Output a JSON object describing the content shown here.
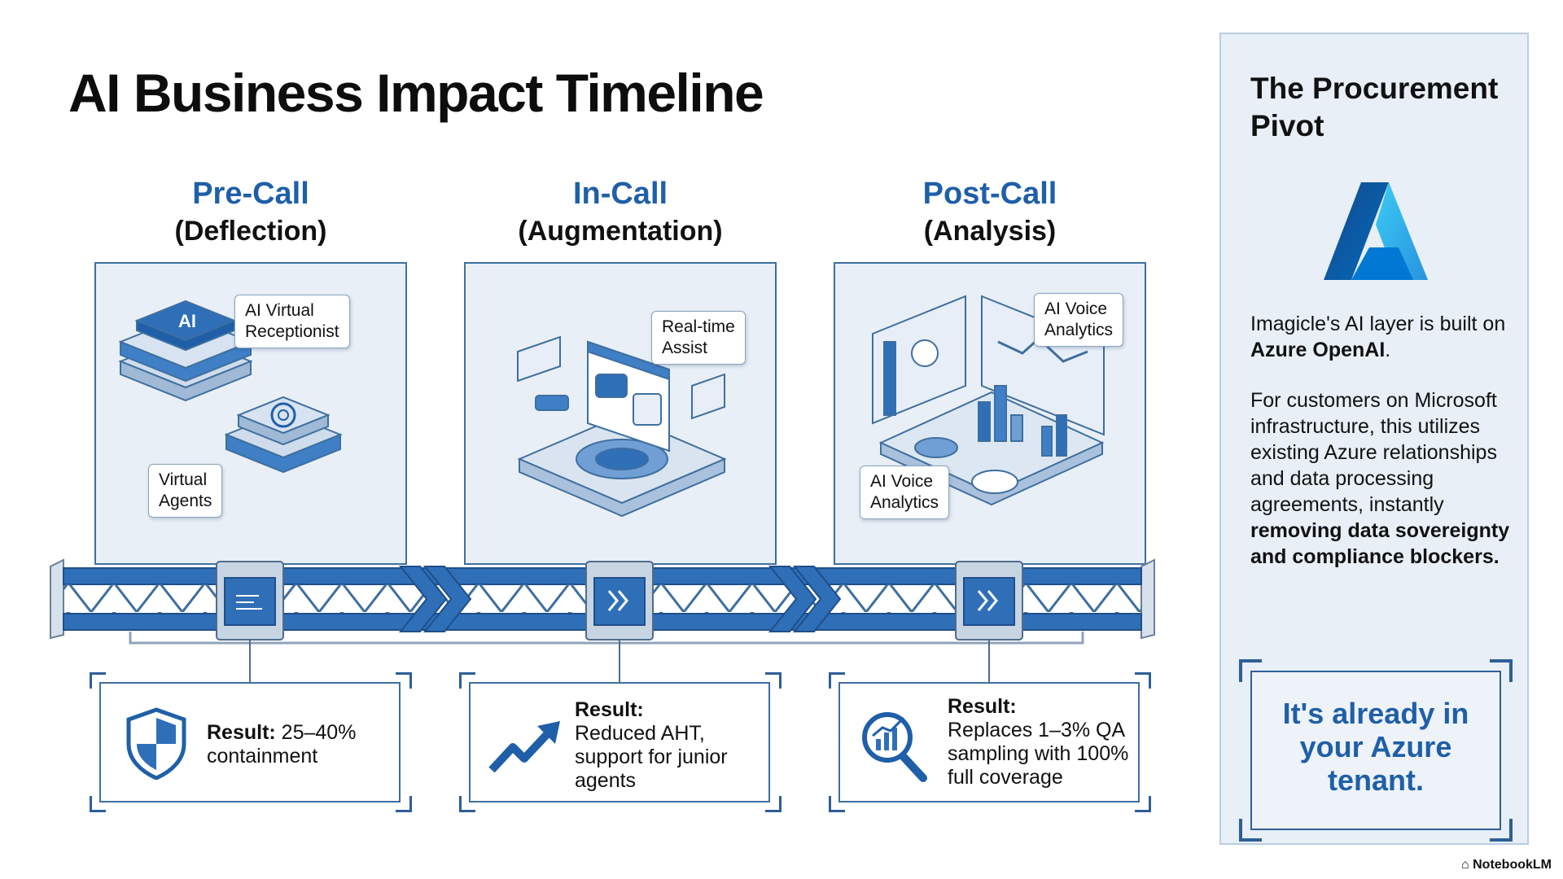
{
  "title": "AI Business Impact Timeline",
  "phases": [
    {
      "name": "Pre-Call",
      "sub": "(Deflection)",
      "callouts": [
        "AI Virtual\nReceptionist",
        "Virtual\nAgents"
      ],
      "result_label": "Result:",
      "result_text": " 25–40% containment",
      "result_icon": "shield-icon"
    },
    {
      "name": "In-Call",
      "sub": "(Augmentation)",
      "callouts": [
        "Real-time\nAssist"
      ],
      "result_label": "Result:",
      "result_text": "Reduced AHT, support for junior agents",
      "result_icon": "trend-up-icon"
    },
    {
      "name": "Post-Call",
      "sub": "(Analysis)",
      "callouts": [
        "AI Voice\nAnalytics",
        "AI Voice\nAnalytics"
      ],
      "result_label": "Result:",
      "result_text": "Replaces 1–3% QA sampling with 100% full coverage",
      "result_icon": "magnifier-chart-icon"
    }
  ],
  "sidebar": {
    "title": "The Procurement Pivot",
    "logo_icon": "azure-logo",
    "p1_prefix": "Imagicle's AI layer is built on ",
    "p1_bold": "Azure OpenAI",
    "p1_suffix": ".",
    "p2_prefix": "For customers on Microsoft infrastructure, this utilizes existing Azure relationships and data processing agreements, instantly ",
    "p2_bold": "removing data sovereignty and compliance blockers.",
    "callout": "It's already in your Azure tenant."
  },
  "colors": {
    "accent": "#1f5fa8",
    "border": "#3e6f9f",
    "panel_bg": "#e9eff6",
    "sidebar_bg": "#e8eff7"
  },
  "brand": "NotebookLM"
}
